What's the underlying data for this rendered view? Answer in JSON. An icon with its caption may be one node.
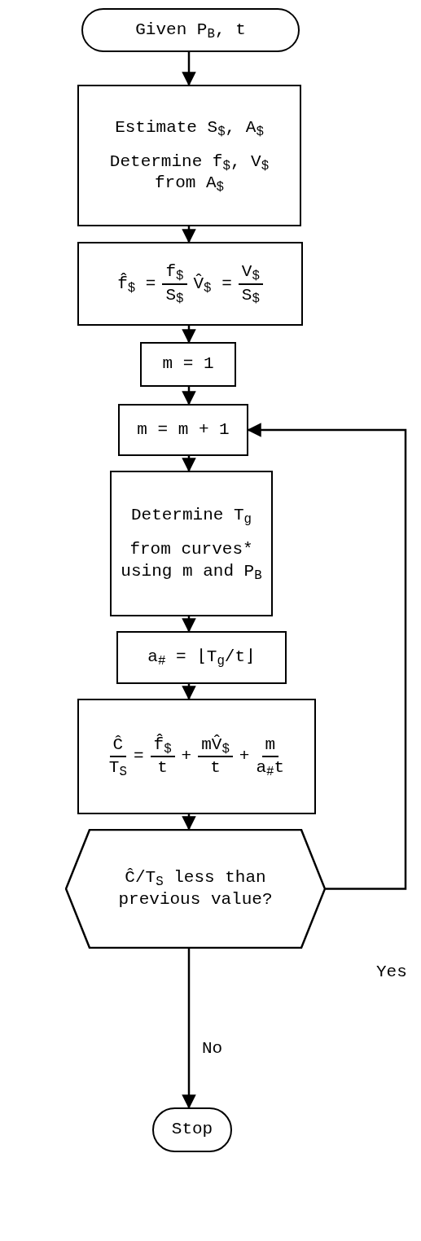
{
  "diagram": {
    "nodes": [
      {
        "text": [
          "Given P$_{B}$, t"
        ]
      },
      {
        "text": [
          "Estimate S$_{$}$, A$_{$}$",
          "Determine f$_{$}$, V$_{$}$ from A$_{$}$"
        ]
      },
      {
        "text": [
          "f̂$_{$}$ =",
          "f$_{$}$",
          "S$_{$}$",
          "V̂$_{$}$ =",
          "V$_{$}$",
          "S$_{$}$"
        ]
      },
      {
        "text": [
          "m = 1"
        ]
      },
      {
        "text": [
          "m = m + 1"
        ]
      },
      {
        "text": [
          "Determine T$_{g}$",
          "from curves* using m and P$_{B}$"
        ]
      },
      {
        "text": [
          "a$_{#}$ = ⌊T$_{g}$/t⌋"
        ]
      },
      {
        "text": [
          "Ĉ",
          "T$_{S}$",
          "=",
          "f̂$_{$}$",
          "t",
          "+",
          "mV̂$_{$}$",
          "t",
          "+",
          "m",
          "a$_{#}$t"
        ]
      },
      {
        "text": [
          "Ĉ/T$_{S}$ less than previous value?"
        ]
      },
      {
        "text": [
          "Stop"
        ]
      }
    ],
    "edges": [
      {
        "from": 0,
        "to": 1,
        "arrow": "to"
      },
      {
        "from": 1,
        "to": 2,
        "arrow": "to"
      },
      {
        "from": 2,
        "to": 3,
        "arrow": "to"
      },
      {
        "from": 3,
        "to": 4,
        "arrow": "to"
      },
      {
        "from": 4,
        "to": 5,
        "arrow": "to"
      },
      {
        "from": 5,
        "to": 6,
        "arrow": "to"
      },
      {
        "from": 6,
        "to": 7,
        "arrow": "to"
      },
      {
        "from": 7,
        "to": 8,
        "arrow": "to"
      },
      {
        "from": 8,
        "to": 4,
        "arrow": "to",
        "label": "Yes"
      },
      {
        "from": 8,
        "to": 9,
        "arrow": "to",
        "label": "No"
      }
    ]
  }
}
